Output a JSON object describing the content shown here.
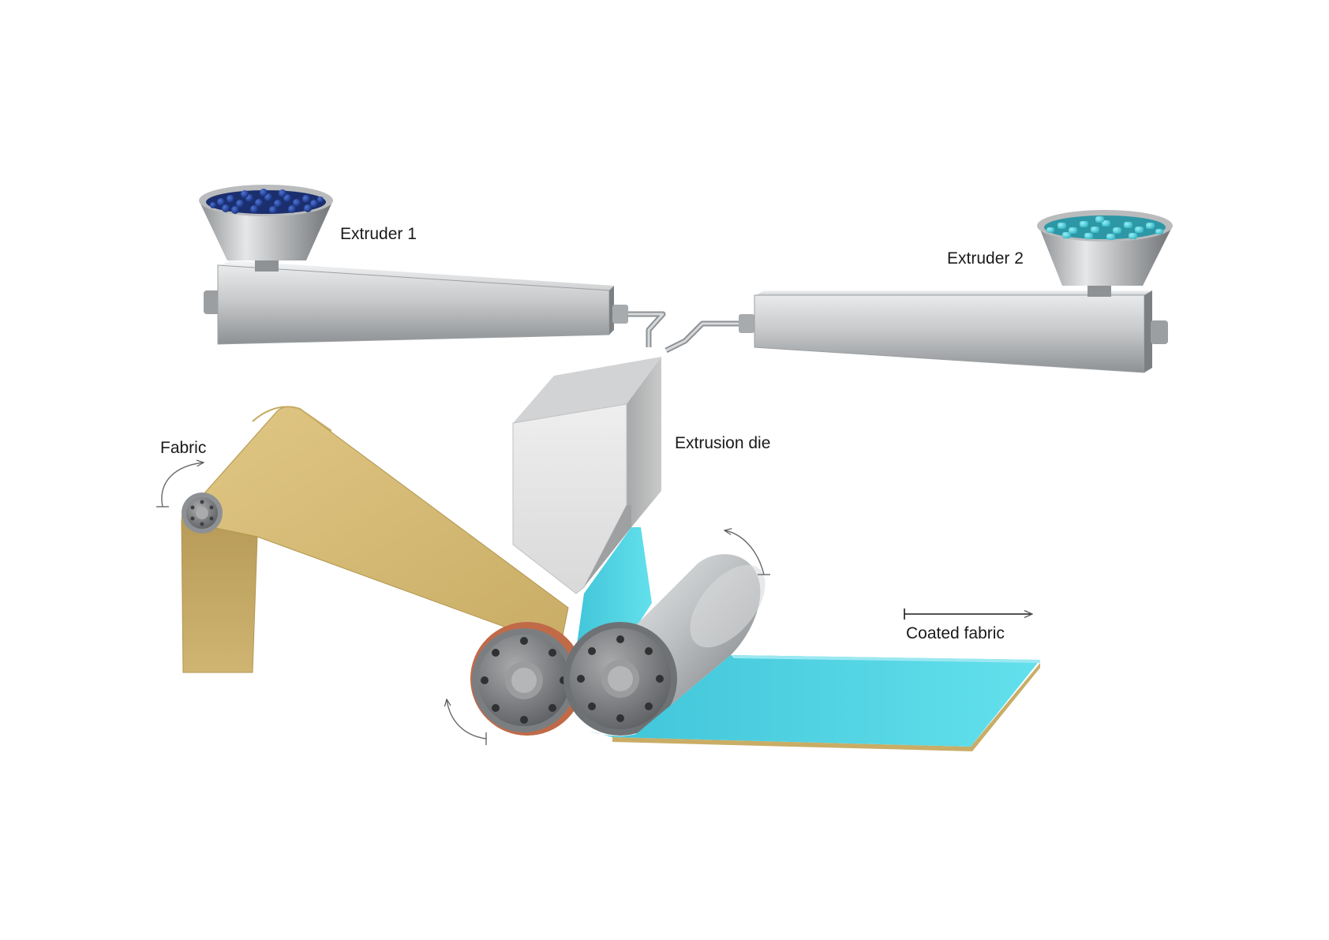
{
  "labels": {
    "extruder_1": "Extruder 1",
    "extruder_2": "Extruder 2",
    "extrusion_die": "Extrusion die",
    "fabric": "Fabric",
    "coated_fabric": "Coated fabric"
  },
  "colors": {
    "fabric": "#d8bf7a",
    "coating": "#4fd6e6",
    "steel": "#c4c6c8",
    "pellets_1": "#1f3f9a",
    "pellets_2": "#5ad0dd",
    "roller_dark": "#7a7c7e",
    "arrow": "#666666"
  },
  "icons": {
    "rotation_arrows": "curved-rotation-arrow-icon",
    "direction_arrow": "right-arrow-icon"
  }
}
